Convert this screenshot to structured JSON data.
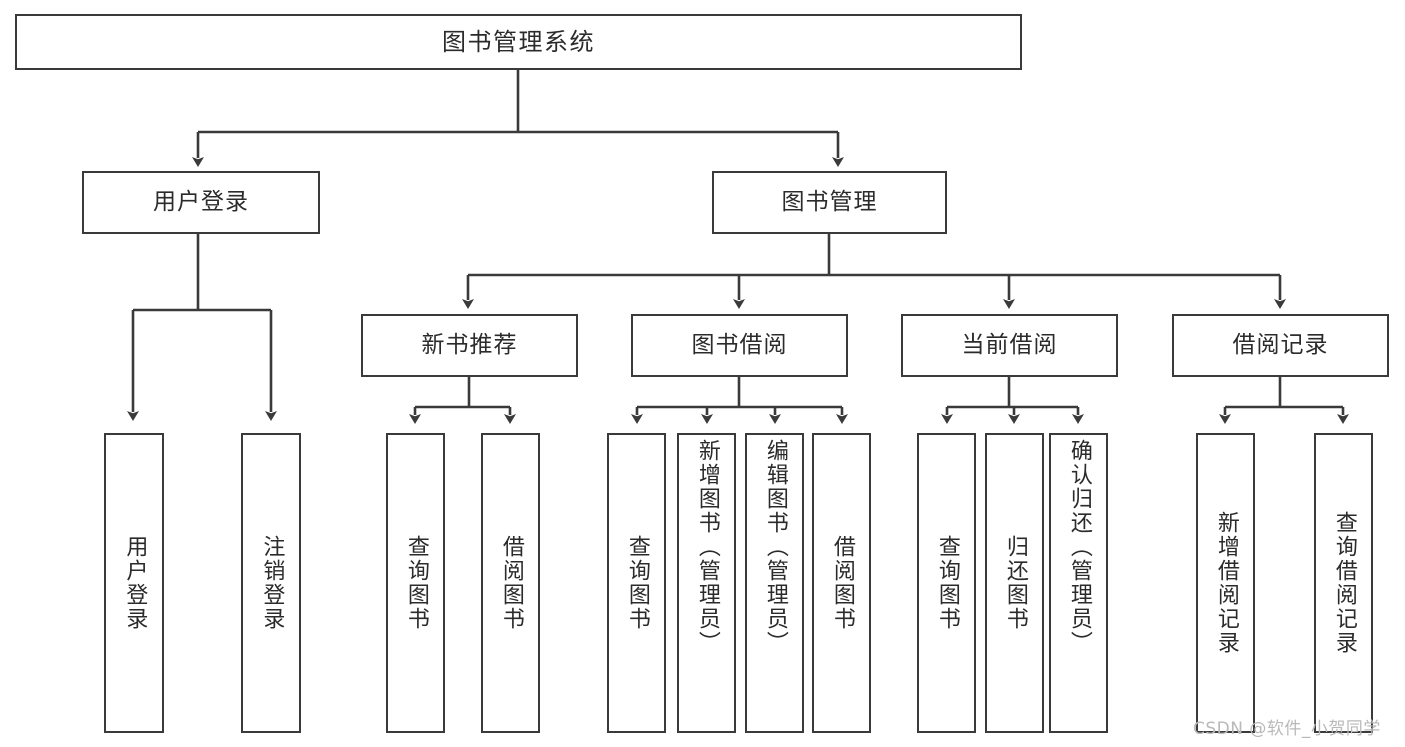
{
  "diagram": {
    "title": "图书管理系统",
    "type": "hierarchy-tree",
    "watermark": "CSDN @软件_小贺同学",
    "colors": {
      "stroke": "#3a3a3a",
      "fill": "#ffffff",
      "text": "#2b2b2b",
      "watermark": "#b9b9b9"
    },
    "levels": [
      {
        "level": 1,
        "nodes": [
          {
            "id": "root",
            "label": "图书管理系统"
          }
        ]
      },
      {
        "level": 2,
        "nodes": [
          {
            "id": "login",
            "label": "用户登录",
            "parent": "root"
          },
          {
            "id": "bookmgmt",
            "label": "图书管理",
            "parent": "root"
          }
        ]
      },
      {
        "level": 3,
        "nodes": [
          {
            "id": "newbook",
            "label": "新书推荐",
            "parent": "bookmgmt"
          },
          {
            "id": "borrow",
            "label": "图书借阅",
            "parent": "bookmgmt"
          },
          {
            "id": "current",
            "label": "当前借阅",
            "parent": "bookmgmt"
          },
          {
            "id": "records",
            "label": "借阅记录",
            "parent": "bookmgmt"
          }
        ]
      },
      {
        "level": 4,
        "nodes": [
          {
            "id": "leaf1",
            "label": "用户登录",
            "parent": "login"
          },
          {
            "id": "leaf2",
            "label": "注销登录",
            "parent": "login"
          },
          {
            "id": "leaf3",
            "label": "查询图书",
            "parent": "newbook"
          },
          {
            "id": "leaf4",
            "label": "借阅图书",
            "parent": "newbook"
          },
          {
            "id": "leaf5",
            "label": "查询图书",
            "parent": "borrow"
          },
          {
            "id": "leaf6",
            "label": "新增图书（管理员）",
            "parent": "borrow"
          },
          {
            "id": "leaf7",
            "label": "编辑图书（管理员）",
            "parent": "borrow"
          },
          {
            "id": "leaf8",
            "label": "借阅图书",
            "parent": "borrow"
          },
          {
            "id": "leaf9",
            "label": "查询图书",
            "parent": "current"
          },
          {
            "id": "leaf10",
            "label": "归还图书",
            "parent": "current"
          },
          {
            "id": "leaf11",
            "label": "确认归还（管理员）",
            "parent": "current"
          },
          {
            "id": "leaf12",
            "label": "新增借阅记录",
            "parent": "records"
          },
          {
            "id": "leaf13",
            "label": "查询借阅记录",
            "parent": "records"
          }
        ]
      }
    ]
  }
}
